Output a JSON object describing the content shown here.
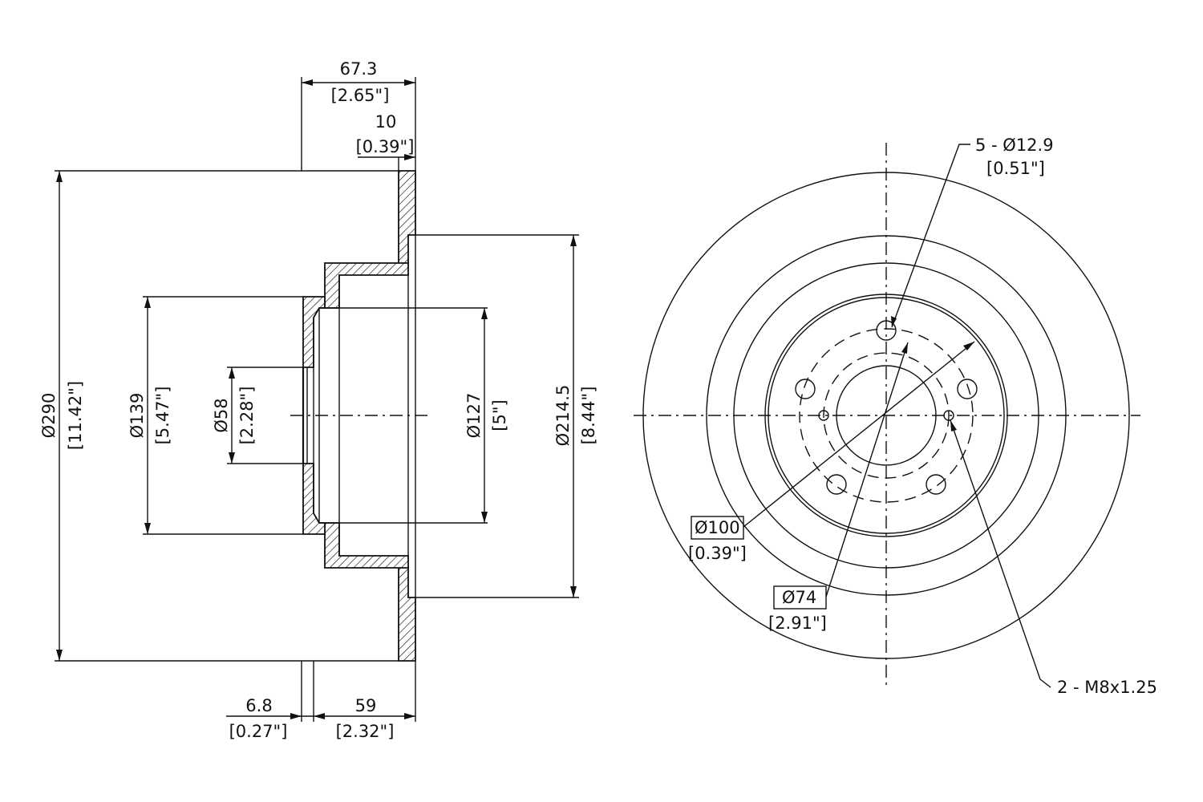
{
  "side_view": {
    "overall_width": {
      "mm": "67.3",
      "in": "[2.65\"]"
    },
    "friction_thickness": {
      "mm": "10",
      "in": "[0.39\"]"
    },
    "outer_diameter": {
      "mm": "Ø290",
      "in": "[11.42\"]"
    },
    "hat_diameter": {
      "mm": "Ø139",
      "in": "[5.47\"]"
    },
    "center_bore": {
      "mm": "Ø58",
      "in": "[2.28\"]"
    },
    "bolt_circle": {
      "mm": "Ø127",
      "in": "[5\"]"
    },
    "inner_diameter": {
      "mm": "Ø214.5",
      "in": "[8.44\"]"
    },
    "hat_thickness": {
      "mm": "6.8",
      "in": "[0.27\"]"
    },
    "hat_height": {
      "mm": "59",
      "in": "[2.32\"]"
    }
  },
  "front_view": {
    "lug_holes": {
      "mm": "5 - Ø12.9",
      "in": "[0.51\"]"
    },
    "pcd": {
      "mm": "Ø100",
      "in": "[0.39\"]"
    },
    "pilot": {
      "mm": "Ø74",
      "in": "[2.91\"]"
    },
    "threaded_holes": {
      "label": "2 - M8x1.25"
    }
  }
}
